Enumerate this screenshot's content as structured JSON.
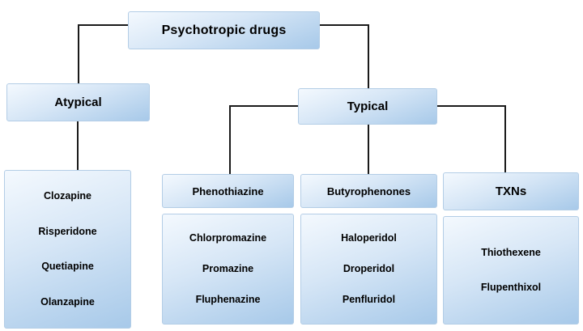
{
  "root_label": "Psychotropic drugs",
  "atypical": {
    "label": "Atypical",
    "drugs": [
      "Clozapine",
      "Risperidone",
      "Quetiapine",
      "Olanzapine"
    ]
  },
  "typical": {
    "label": "Typical"
  },
  "phenothiazine": {
    "label": "Phenothiazine",
    "drugs": [
      "Chlorpromazine",
      "Promazine",
      "Fluphenazine"
    ]
  },
  "butyrophenones": {
    "label": "Butyrophenones",
    "drugs": [
      "Haloperidol",
      "Droperidol",
      "Penfluridol"
    ]
  },
  "txns": {
    "label": "TXNs",
    "drugs": [
      "Thiothexene",
      "Flupenthixol"
    ]
  },
  "colors": {
    "box_gradient_top": "#f4f9fe",
    "box_gradient_bottom": "#a7c9e9",
    "line": "#1a1a1a",
    "text": "#000000",
    "background": "#ffffff"
  }
}
